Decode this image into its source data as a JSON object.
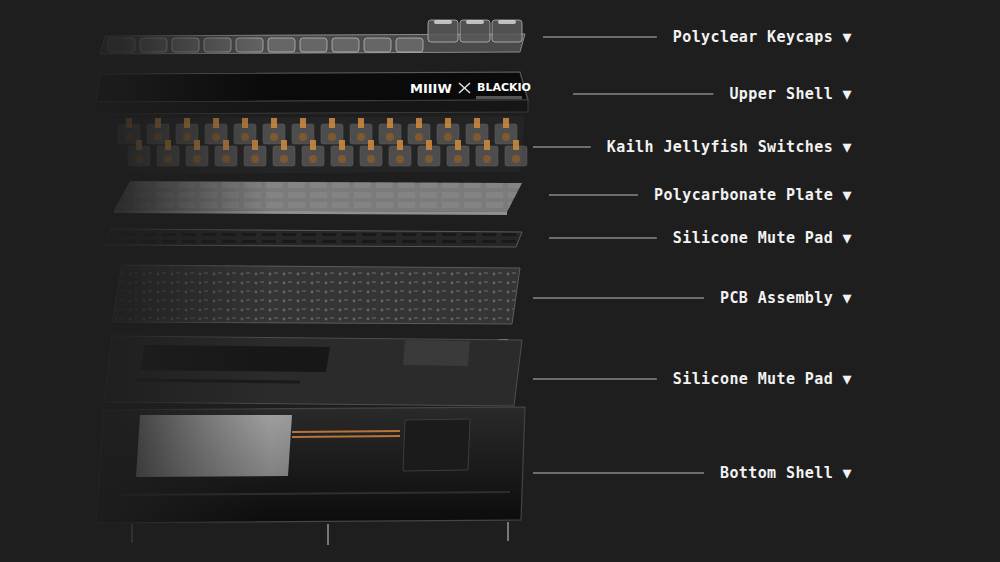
{
  "diagram": {
    "labels": [
      "Polyclear Keycaps ▼",
      "MIIIW",
      "BLACKIO",
      "Upper Shell ▼",
      "Kailh Jellyfish Switches ▼",
      "Polycarbonate Plate ▼",
      "Silicone Mute Pad ▼",
      "PCB Assembly ▼",
      "Silicone Mute Pad ▼",
      "Bottom Shell ▼"
    ]
  }
}
